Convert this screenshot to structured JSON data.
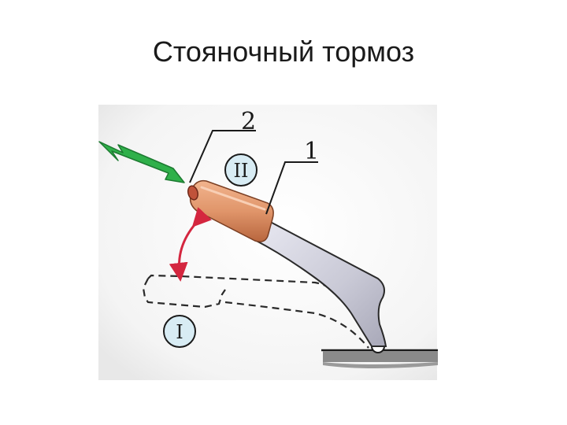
{
  "slide": {
    "title": "Стояночный тормоз"
  },
  "diagram": {
    "callouts": {
      "lever": "1",
      "button": "2"
    },
    "positions": {
      "lowered": "I",
      "raised": "II"
    },
    "colors": {
      "background_tint": "#e8e8e8",
      "grip": "#e0956a",
      "grip_shadow": "#b8663e",
      "lever_body": "#c9c9d6",
      "lever_outline": "#2a2a2a",
      "arrow_green": "#2fb04a",
      "arrow_green_dark": "#1d7a31",
      "motion_arrow": "#d4263f",
      "badge_fill": "#d8ecf4",
      "floor": "#8a8a8a"
    },
    "icons": {
      "push_arrow": "green-arrow-icon",
      "motion": "double-headed-curved-arrow-icon"
    }
  }
}
